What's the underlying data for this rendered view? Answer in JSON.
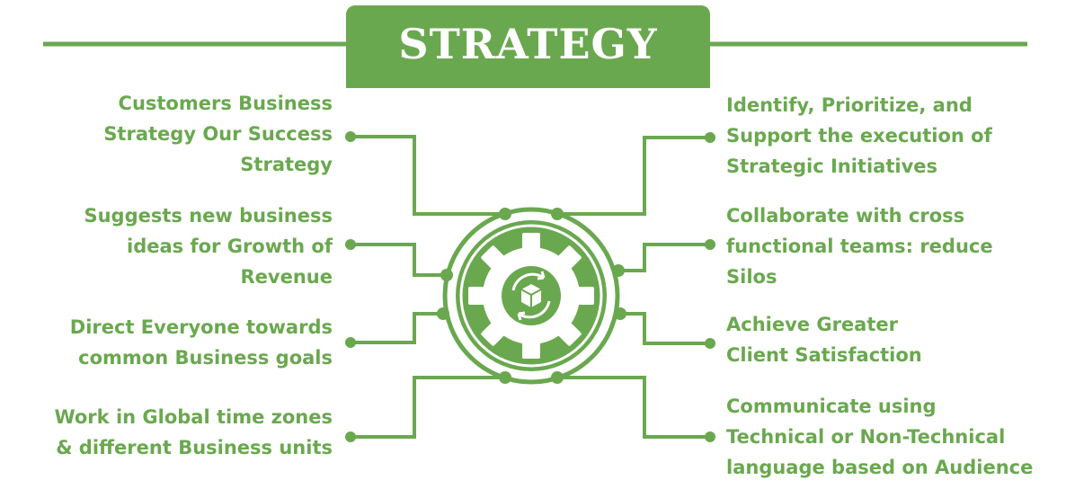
{
  "title": "STRATEGY",
  "colors": {
    "accent": "#6aa84f",
    "background": "#ffffff"
  },
  "center_icon": "gear-with-package-cycle-icon",
  "left_items": [
    {
      "text": "Customers Business\nStrategy Our Success\nStrategy"
    },
    {
      "text": "Suggests new business\nideas for Growth of\nRevenue"
    },
    {
      "text": "Direct Everyone towards\ncommon  Business goals"
    },
    {
      "text": "Work in Global time zones\n& different Business units"
    }
  ],
  "right_items": [
    {
      "text": "Identify, Prioritize, and\nSupport the execution of\nStrategic Initiatives"
    },
    {
      "text": "Collaborate with cross\nfunctional teams: reduce\nSilos"
    },
    {
      "text": "Achieve Greater\nClient Satisfaction"
    },
    {
      "text": "Communicate using\nTechnical or Non-Technical\nlanguage based on Audience"
    }
  ]
}
